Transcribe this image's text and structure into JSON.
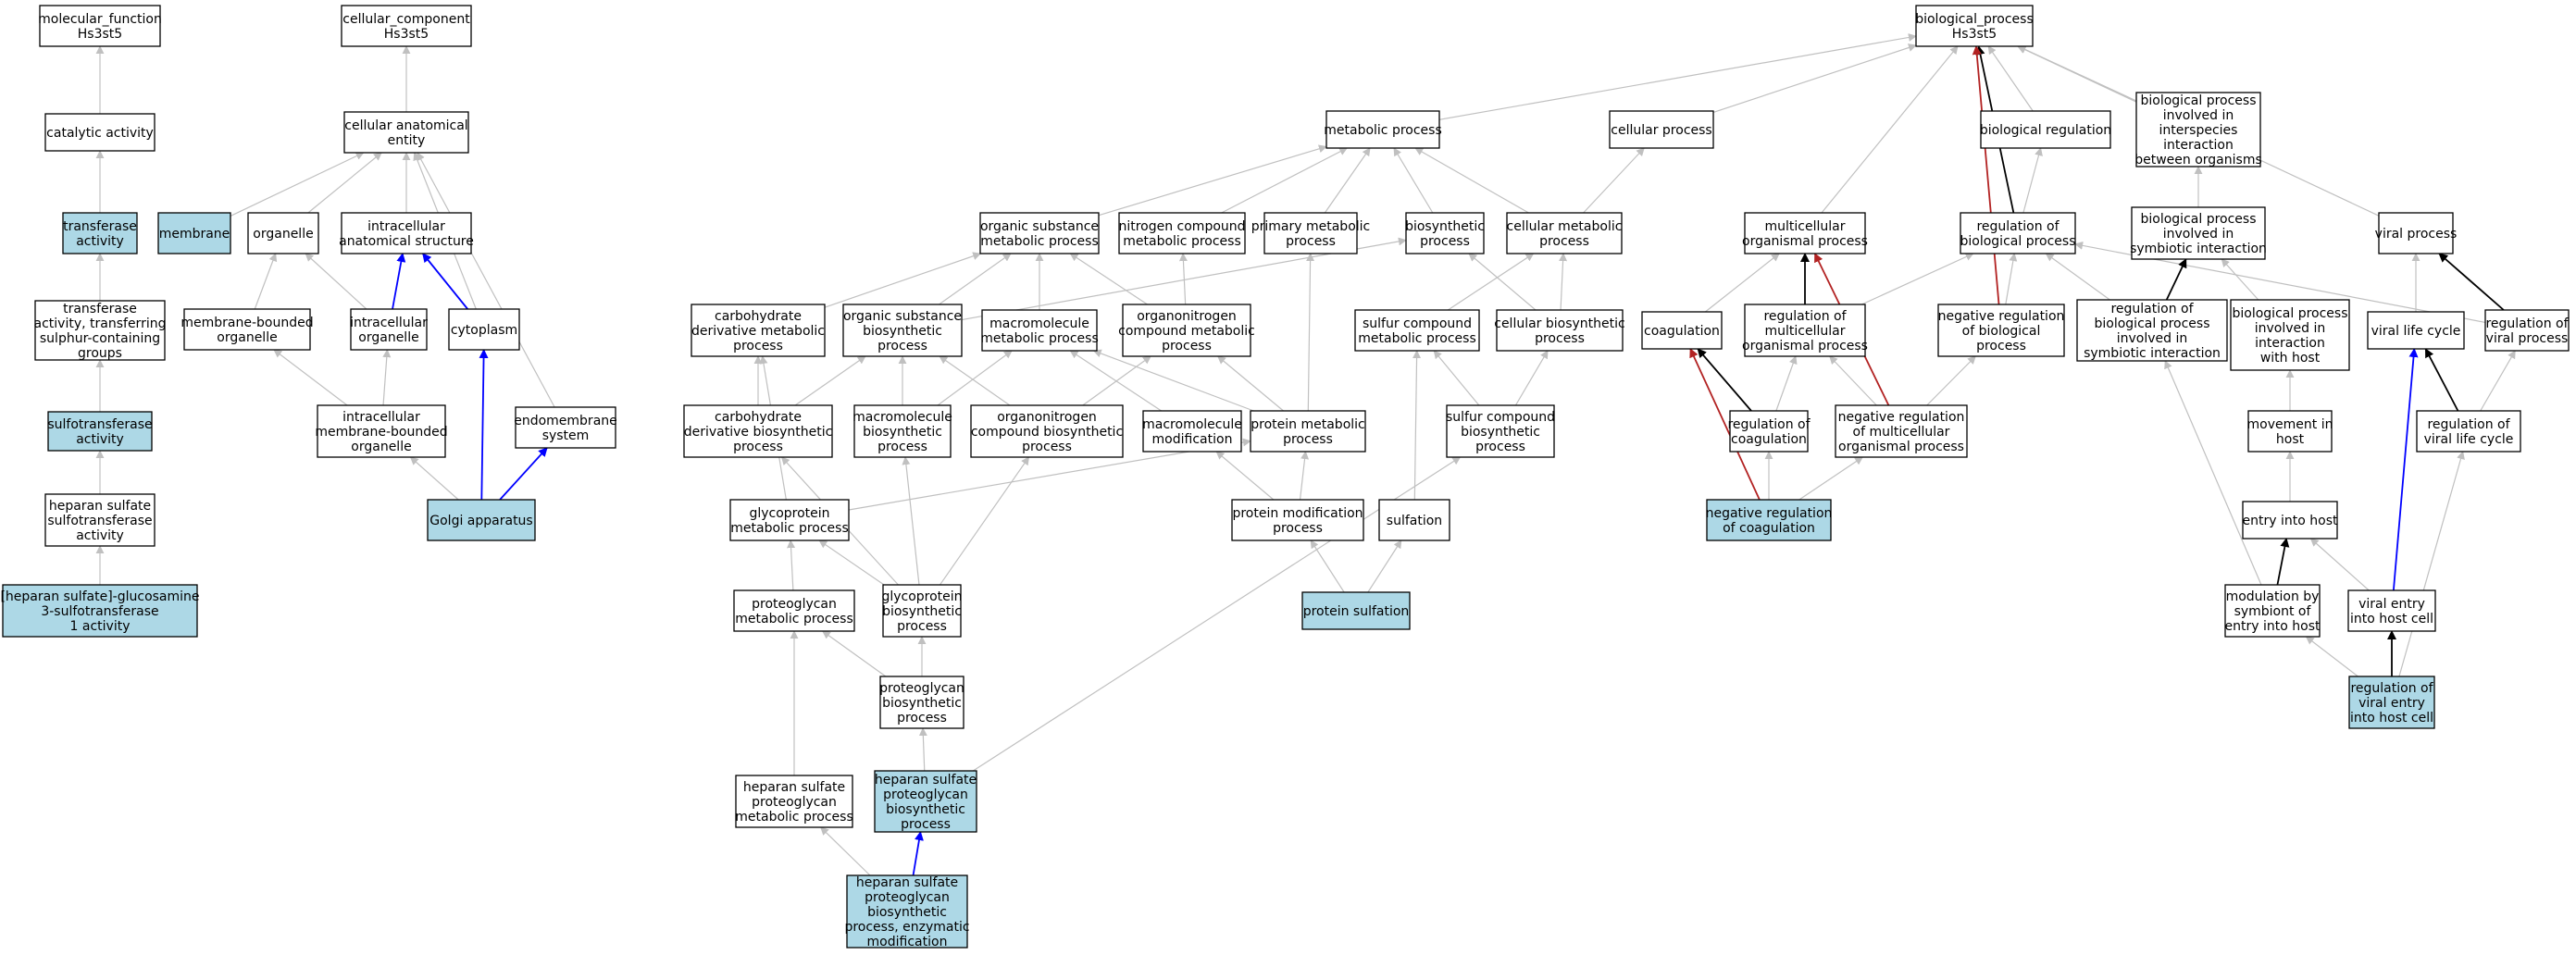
{
  "colors": {
    "highlight": "#add8e6",
    "node": "#ffffff",
    "edge_is_a": "#c0c0c0",
    "edge_part_of": "#0000ff",
    "edge_regulates": "#000000",
    "edge_negatively_regulates": "#b22222"
  },
  "nodes": {
    "mf_root": {
      "lines": [
        "molecular_function",
        "Hs3st5"
      ],
      "hl": false
    },
    "catalytic": {
      "lines": [
        "catalytic activity"
      ],
      "hl": false
    },
    "transferase": {
      "lines": [
        "transferase",
        "activity"
      ],
      "hl": true
    },
    "transf_sulfur": {
      "lines": [
        "transferase",
        "activity, transferring",
        "sulphur-containing",
        "groups"
      ],
      "hl": false
    },
    "sulfotransferase": {
      "lines": [
        "sulfotransferase",
        "activity"
      ],
      "hl": true
    },
    "hs_sulfotransferase": {
      "lines": [
        "heparan sulfate",
        "sulfotransferase",
        "activity"
      ],
      "hl": false
    },
    "hs_glucosamine": {
      "lines": [
        "[heparan sulfate]-glucosamine",
        "3-sulfotransferase",
        "1 activity"
      ],
      "hl": true
    },
    "cc_root": {
      "lines": [
        "cellular_component",
        "Hs3st5"
      ],
      "hl": false
    },
    "cell_anat": {
      "lines": [
        "cellular anatomical",
        "entity"
      ],
      "hl": false
    },
    "membrane": {
      "lines": [
        "membrane"
      ],
      "hl": true
    },
    "organelle": {
      "lines": [
        "organelle"
      ],
      "hl": false
    },
    "intracell_anat": {
      "lines": [
        "intracellular",
        "anatomical structure"
      ],
      "hl": false
    },
    "membrane_bounded": {
      "lines": [
        "membrane-bounded",
        "organelle"
      ],
      "hl": false
    },
    "intracell_org": {
      "lines": [
        "intracellular",
        "organelle"
      ],
      "hl": false
    },
    "cytoplasm": {
      "lines": [
        "cytoplasm"
      ],
      "hl": false
    },
    "intracell_mb_org": {
      "lines": [
        "intracellular",
        "membrane-bounded",
        "organelle"
      ],
      "hl": false
    },
    "endomembrane": {
      "lines": [
        "endomembrane",
        "system"
      ],
      "hl": false
    },
    "golgi": {
      "lines": [
        "Golgi apparatus"
      ],
      "hl": true
    },
    "bp_root": {
      "lines": [
        "biological_process",
        "Hs3st5"
      ],
      "hl": false
    },
    "metabolic": {
      "lines": [
        "metabolic process"
      ],
      "hl": false
    },
    "cellular_proc": {
      "lines": [
        "cellular process"
      ],
      "hl": false
    },
    "bio_reg": {
      "lines": [
        "biological regulation"
      ],
      "hl": false
    },
    "interspecies": {
      "lines": [
        "biological process",
        "involved in",
        "interspecies",
        "interaction",
        "between organisms"
      ],
      "hl": false
    },
    "org_subst_met": {
      "lines": [
        "organic substance",
        "metabolic process"
      ],
      "hl": false
    },
    "nitrogen_met": {
      "lines": [
        "nitrogen compound",
        "metabolic process"
      ],
      "hl": false
    },
    "primary_met": {
      "lines": [
        "primary metabolic",
        "process"
      ],
      "hl": false
    },
    "biosynthetic": {
      "lines": [
        "biosynthetic",
        "process"
      ],
      "hl": false
    },
    "cell_met": {
      "lines": [
        "cellular metabolic",
        "process"
      ],
      "hl": false
    },
    "multicell": {
      "lines": [
        "multicellular",
        "organismal process"
      ],
      "hl": false
    },
    "reg_bio": {
      "lines": [
        "regulation of",
        "biological process"
      ],
      "hl": false
    },
    "symbiotic": {
      "lines": [
        "biological process",
        "involved in",
        "symbiotic interaction"
      ],
      "hl": false
    },
    "viral_proc": {
      "lines": [
        "viral process"
      ],
      "hl": false
    },
    "carb_deriv_met": {
      "lines": [
        "carbohydrate",
        "derivative metabolic",
        "process"
      ],
      "hl": false
    },
    "org_subst_bio": {
      "lines": [
        "organic substance",
        "biosynthetic",
        "process"
      ],
      "hl": false
    },
    "macromol_met": {
      "lines": [
        "macromolecule",
        "metabolic process"
      ],
      "hl": false
    },
    "organonitrogen_met": {
      "lines": [
        "organonitrogen",
        "compound metabolic",
        "process"
      ],
      "hl": false
    },
    "sulfur_met": {
      "lines": [
        "sulfur compound",
        "metabolic process"
      ],
      "hl": false
    },
    "cell_bio": {
      "lines": [
        "cellular biosynthetic",
        "process"
      ],
      "hl": false
    },
    "coagulation": {
      "lines": [
        "coagulation"
      ],
      "hl": false
    },
    "reg_multicell": {
      "lines": [
        "regulation of",
        "multicellular",
        "organismal process"
      ],
      "hl": false
    },
    "neg_reg_bio": {
      "lines": [
        "negative regulation",
        "of biological",
        "process"
      ],
      "hl": false
    },
    "reg_symbiotic": {
      "lines": [
        "regulation of",
        "biological process",
        "involved in",
        "symbiotic interaction"
      ],
      "hl": false
    },
    "bp_host": {
      "lines": [
        "biological process",
        "involved in",
        "interaction",
        "with host"
      ],
      "hl": false
    },
    "viral_life": {
      "lines": [
        "viral life cycle"
      ],
      "hl": false
    },
    "reg_viral_proc": {
      "lines": [
        "regulation of",
        "viral process"
      ],
      "hl": false
    },
    "carb_deriv_bio": {
      "lines": [
        "carbohydrate",
        "derivative biosynthetic",
        "process"
      ],
      "hl": false
    },
    "macromol_bio": {
      "lines": [
        "macromolecule",
        "biosynthetic",
        "process"
      ],
      "hl": false
    },
    "organonitrogen_bio": {
      "lines": [
        "organonitrogen",
        "compound biosynthetic",
        "process"
      ],
      "hl": false
    },
    "macromol_mod": {
      "lines": [
        "macromolecule",
        "modification"
      ],
      "hl": false
    },
    "protein_met": {
      "lines": [
        "protein metabolic",
        "process"
      ],
      "hl": false
    },
    "sulfur_bio": {
      "lines": [
        "sulfur compound",
        "biosynthetic",
        "process"
      ],
      "hl": false
    },
    "reg_coag": {
      "lines": [
        "regulation of",
        "coagulation"
      ],
      "hl": false
    },
    "neg_reg_multicell": {
      "lines": [
        "negative regulation",
        "of multicellular",
        "organismal process"
      ],
      "hl": false
    },
    "movement_host": {
      "lines": [
        "movement in",
        "host"
      ],
      "hl": false
    },
    "reg_viral_life": {
      "lines": [
        "regulation of",
        "viral life cycle"
      ],
      "hl": false
    },
    "glycoprotein_met": {
      "lines": [
        "glycoprotein",
        "metabolic process"
      ],
      "hl": false
    },
    "protein_mod": {
      "lines": [
        "protein modification",
        "process"
      ],
      "hl": false
    },
    "sulfation": {
      "lines": [
        "sulfation"
      ],
      "hl": false
    },
    "neg_reg_coag": {
      "lines": [
        "negative regulation",
        "of coagulation"
      ],
      "hl": true
    },
    "entry_host": {
      "lines": [
        "entry into host"
      ],
      "hl": false
    },
    "proteoglycan_met": {
      "lines": [
        "proteoglycan",
        "metabolic process"
      ],
      "hl": false
    },
    "glycoprotein_bio": {
      "lines": [
        "glycoprotein",
        "biosynthetic",
        "process"
      ],
      "hl": false
    },
    "protein_sulf": {
      "lines": [
        "protein sulfation"
      ],
      "hl": true
    },
    "modulation_entry": {
      "lines": [
        "modulation by",
        "symbiont of",
        "entry into host"
      ],
      "hl": false
    },
    "viral_entry": {
      "lines": [
        "viral entry",
        "into host cell"
      ],
      "hl": false
    },
    "proteoglycan_bio": {
      "lines": [
        "proteoglycan",
        "biosynthetic",
        "process"
      ],
      "hl": false
    },
    "reg_viral_entry": {
      "lines": [
        "regulation of",
        "viral entry",
        "into host cell"
      ],
      "hl": true
    },
    "hs_pg_met": {
      "lines": [
        "heparan sulfate",
        "proteoglycan",
        "metabolic process"
      ],
      "hl": false
    },
    "hs_pg_bio": {
      "lines": [
        "heparan sulfate",
        "proteoglycan",
        "biosynthetic",
        "process"
      ],
      "hl": true
    },
    "hs_pg_enzymatic": {
      "lines": [
        "heparan sulfate",
        "proteoglycan",
        "biosynthetic",
        "process, enzymatic",
        "modification"
      ],
      "hl": true
    }
  },
  "edges": [
    {
      "from": "catalytic",
      "to": "mf_root",
      "type": "is_a"
    },
    {
      "from": "transferase",
      "to": "catalytic",
      "type": "is_a"
    },
    {
      "from": "transf_sulfur",
      "to": "transferase",
      "type": "is_a"
    },
    {
      "from": "sulfotransferase",
      "to": "transf_sulfur",
      "type": "is_a"
    },
    {
      "from": "hs_sulfotransferase",
      "to": "sulfotransferase",
      "type": "is_a"
    },
    {
      "from": "hs_glucosamine",
      "to": "hs_sulfotransferase",
      "type": "is_a"
    },
    {
      "from": "cell_anat",
      "to": "cc_root",
      "type": "is_a"
    },
    {
      "from": "membrane",
      "to": "cell_anat",
      "type": "is_a"
    },
    {
      "from": "organelle",
      "to": "cell_anat",
      "type": "is_a"
    },
    {
      "from": "intracell_anat",
      "to": "cell_anat",
      "type": "is_a"
    },
    {
      "from": "cytoplasm",
      "to": "cell_anat",
      "type": "is_a"
    },
    {
      "from": "endomembrane",
      "to": "cell_anat",
      "type": "is_a"
    },
    {
      "from": "membrane_bounded",
      "to": "organelle",
      "type": "is_a"
    },
    {
      "from": "intracell_org",
      "to": "organelle",
      "type": "is_a"
    },
    {
      "from": "intracell_org",
      "to": "intracell_anat",
      "type": "part_of"
    },
    {
      "from": "cytoplasm",
      "to": "intracell_anat",
      "type": "part_of"
    },
    {
      "from": "intracell_mb_org",
      "to": "membrane_bounded",
      "type": "is_a"
    },
    {
      "from": "intracell_mb_org",
      "to": "intracell_org",
      "type": "is_a"
    },
    {
      "from": "golgi",
      "to": "intracell_mb_org",
      "type": "is_a"
    },
    {
      "from": "golgi",
      "to": "cytoplasm",
      "type": "part_of"
    },
    {
      "from": "golgi",
      "to": "endomembrane",
      "type": "part_of"
    },
    {
      "from": "metabolic",
      "to": "bp_root",
      "type": "is_a"
    },
    {
      "from": "cellular_proc",
      "to": "bp_root",
      "type": "is_a"
    },
    {
      "from": "bio_reg",
      "to": "bp_root",
      "type": "is_a"
    },
    {
      "from": "interspecies",
      "to": "bp_root",
      "type": "is_a"
    },
    {
      "from": "multicell",
      "to": "bp_root",
      "type": "is_a"
    },
    {
      "from": "reg_bio",
      "to": "bp_root",
      "type": "regulates"
    },
    {
      "from": "neg_reg_bio",
      "to": "bp_root",
      "type": "negatively_regulates"
    },
    {
      "from": "viral_proc",
      "to": "bp_root",
      "type": "is_a"
    },
    {
      "from": "org_subst_met",
      "to": "metabolic",
      "type": "is_a"
    },
    {
      "from": "nitrogen_met",
      "to": "metabolic",
      "type": "is_a"
    },
    {
      "from": "primary_met",
      "to": "metabolic",
      "type": "is_a"
    },
    {
      "from": "biosynthetic",
      "to": "metabolic",
      "type": "is_a"
    },
    {
      "from": "cell_met",
      "to": "metabolic",
      "type": "is_a"
    },
    {
      "from": "cell_met",
      "to": "cellular_proc",
      "type": "is_a"
    },
    {
      "from": "reg_bio",
      "to": "bio_reg",
      "type": "is_a"
    },
    {
      "from": "symbiotic",
      "to": "interspecies",
      "type": "is_a"
    },
    {
      "from": "carb_deriv_met",
      "to": "org_subst_met",
      "type": "is_a"
    },
    {
      "from": "org_subst_bio",
      "to": "org_subst_met",
      "type": "is_a"
    },
    {
      "from": "macromol_met",
      "to": "org_subst_met",
      "type": "is_a"
    },
    {
      "from": "organonitrogen_met",
      "to": "org_subst_met",
      "type": "is_a"
    },
    {
      "from": "organonitrogen_met",
      "to": "nitrogen_met",
      "type": "is_a"
    },
    {
      "from": "org_subst_bio",
      "to": "biosynthetic",
      "type": "is_a"
    },
    {
      "from": "cell_bio",
      "to": "biosynthetic",
      "type": "is_a"
    },
    {
      "from": "sulfur_met",
      "to": "cell_met",
      "type": "is_a"
    },
    {
      "from": "cell_bio",
      "to": "cell_met",
      "type": "is_a"
    },
    {
      "from": "coagulation",
      "to": "multicell",
      "type": "is_a"
    },
    {
      "from": "reg_multicell",
      "to": "multicell",
      "type": "regulates"
    },
    {
      "from": "neg_reg_multicell",
      "to": "multicell",
      "type": "negatively_regulates"
    },
    {
      "from": "reg_multicell",
      "to": "reg_bio",
      "type": "is_a"
    },
    {
      "from": "neg_reg_bio",
      "to": "reg_bio",
      "type": "is_a"
    },
    {
      "from": "reg_symbiotic",
      "to": "reg_bio",
      "type": "is_a"
    },
    {
      "from": "reg_viral_proc",
      "to": "reg_bio",
      "type": "is_a"
    },
    {
      "from": "reg_symbiotic",
      "to": "symbiotic",
      "type": "regulates"
    },
    {
      "from": "bp_host",
      "to": "symbiotic",
      "type": "is_a"
    },
    {
      "from": "viral_life",
      "to": "viral_proc",
      "type": "is_a"
    },
    {
      "from": "reg_viral_proc",
      "to": "viral_proc",
      "type": "regulates"
    },
    {
      "from": "carb_deriv_bio",
      "to": "carb_deriv_met",
      "type": "is_a"
    },
    {
      "from": "carb_deriv_bio",
      "to": "org_subst_bio",
      "type": "is_a"
    },
    {
      "from": "macromol_bio",
      "to": "org_subst_bio",
      "type": "is_a"
    },
    {
      "from": "organonitrogen_bio",
      "to": "org_subst_bio",
      "type": "is_a"
    },
    {
      "from": "macromol_bio",
      "to": "macromol_met",
      "type": "is_a"
    },
    {
      "from": "macromol_mod",
      "to": "macromol_met",
      "type": "is_a"
    },
    {
      "from": "protein_met",
      "to": "macromol_met",
      "type": "is_a"
    },
    {
      "from": "organonitrogen_bio",
      "to": "organonitrogen_met",
      "type": "is_a"
    },
    {
      "from": "protein_met",
      "to": "organonitrogen_met",
      "type": "is_a"
    },
    {
      "from": "protein_met",
      "to": "primary_met",
      "type": "is_a"
    },
    {
      "from": "sulfur_bio",
      "to": "sulfur_met",
      "type": "is_a"
    },
    {
      "from": "sulfur_bio",
      "to": "cell_bio",
      "type": "is_a"
    },
    {
      "from": "sulfation",
      "to": "sulfur_met",
      "type": "is_a"
    },
    {
      "from": "reg_coag",
      "to": "coagulation",
      "type": "regulates"
    },
    {
      "from": "neg_reg_coag",
      "to": "coagulation",
      "type": "negatively_regulates"
    },
    {
      "from": "reg_coag",
      "to": "reg_multicell",
      "type": "is_a"
    },
    {
      "from": "neg_reg_multicell",
      "to": "reg_multicell",
      "type": "is_a"
    },
    {
      "from": "neg_reg_multicell",
      "to": "neg_reg_bio",
      "type": "is_a"
    },
    {
      "from": "neg_reg_coag",
      "to": "reg_coag",
      "type": "is_a"
    },
    {
      "from": "neg_reg_coag",
      "to": "neg_reg_multicell",
      "type": "is_a"
    },
    {
      "from": "movement_host",
      "to": "bp_host",
      "type": "is_a"
    },
    {
      "from": "entry_host",
      "to": "movement_host",
      "type": "is_a"
    },
    {
      "from": "viral_entry",
      "to": "entry_host",
      "type": "is_a"
    },
    {
      "from": "viral_entry",
      "to": "viral_life",
      "type": "part_of"
    },
    {
      "from": "reg_viral_life",
      "to": "viral_life",
      "type": "regulates"
    },
    {
      "from": "reg_viral_life",
      "to": "reg_viral_proc",
      "type": "is_a"
    },
    {
      "from": "modulation_entry",
      "to": "entry_host",
      "type": "regulates"
    },
    {
      "from": "modulation_entry",
      "to": "reg_symbiotic",
      "type": "is_a"
    },
    {
      "from": "reg_viral_entry",
      "to": "viral_entry",
      "type": "regulates"
    },
    {
      "from": "reg_viral_entry",
      "to": "modulation_entry",
      "type": "is_a"
    },
    {
      "from": "reg_viral_entry",
      "to": "reg_viral_life",
      "type": "is_a"
    },
    {
      "from": "glycoprotein_met",
      "to": "carb_deriv_met",
      "type": "is_a"
    },
    {
      "from": "glycoprotein_met",
      "to": "protein_met",
      "type": "is_a"
    },
    {
      "from": "protein_mod",
      "to": "macromol_mod",
      "type": "is_a"
    },
    {
      "from": "protein_mod",
      "to": "protein_met",
      "type": "is_a"
    },
    {
      "from": "protein_sulf",
      "to": "protein_mod",
      "type": "is_a"
    },
    {
      "from": "protein_sulf",
      "to": "sulfation",
      "type": "is_a"
    },
    {
      "from": "proteoglycan_met",
      "to": "glycoprotein_met",
      "type": "is_a"
    },
    {
      "from": "glycoprotein_bio",
      "to": "glycoprotein_met",
      "type": "is_a"
    },
    {
      "from": "glycoprotein_bio",
      "to": "carb_deriv_bio",
      "type": "is_a"
    },
    {
      "from": "glycoprotein_bio",
      "to": "macromol_bio",
      "type": "is_a"
    },
    {
      "from": "glycoprotein_bio",
      "to": "organonitrogen_bio",
      "type": "is_a"
    },
    {
      "from": "proteoglycan_bio",
      "to": "proteoglycan_met",
      "type": "is_a"
    },
    {
      "from": "proteoglycan_bio",
      "to": "glycoprotein_bio",
      "type": "is_a"
    },
    {
      "from": "hs_pg_met",
      "to": "proteoglycan_met",
      "type": "is_a"
    },
    {
      "from": "hs_pg_bio",
      "to": "proteoglycan_bio",
      "type": "is_a"
    },
    {
      "from": "hs_pg_bio",
      "to": "sulfur_bio",
      "type": "is_a"
    },
    {
      "from": "hs_pg_enzymatic",
      "to": "hs_pg_met",
      "type": "is_a"
    },
    {
      "from": "hs_pg_enzymatic",
      "to": "hs_pg_bio",
      "type": "part_of"
    }
  ]
}
